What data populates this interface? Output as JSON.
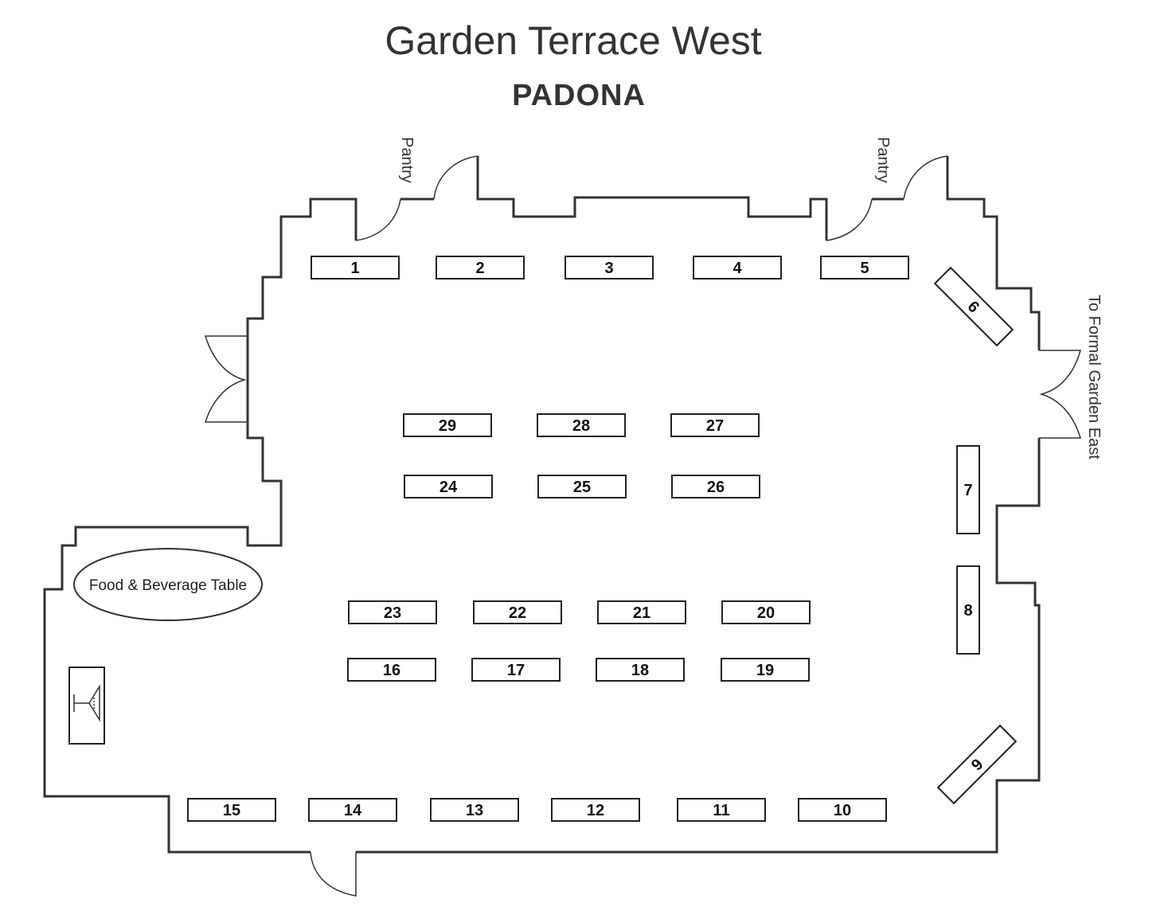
{
  "title": "Garden Terrace West",
  "subtitle": "PADONA",
  "labels": {
    "pantry_left": "Pantry",
    "pantry_right": "Pantry",
    "to_formal_garden": "To Formal Garden East",
    "food_beverage": "Food & Beverage Table"
  },
  "icons": {
    "bar": "martini-glass-icon"
  },
  "tables": [
    "1",
    "2",
    "3",
    "4",
    "5",
    "6",
    "7",
    "8",
    "9",
    "10",
    "11",
    "12",
    "13",
    "14",
    "15",
    "16",
    "17",
    "18",
    "19",
    "20",
    "21",
    "22",
    "23",
    "24",
    "25",
    "26",
    "27",
    "28",
    "29"
  ]
}
